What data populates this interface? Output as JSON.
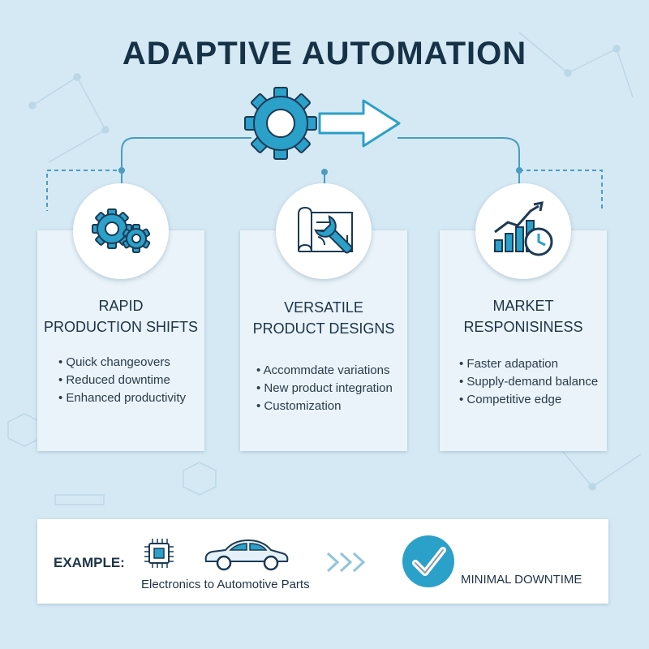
{
  "title": "ADAPTIVE AUTOMATION",
  "colors": {
    "accent": "#2ba0c8",
    "dark": "#1c3a54",
    "background": "#d5e9f4",
    "card": "#e9f3f9"
  },
  "cards": [
    {
      "heading_line1": "RAPID",
      "heading_line2": "PRODUCTION SHIFTS",
      "icon": "gears-icon",
      "items": [
        "Quick changeovers",
        "Reduced downtime",
        "Enhanced productivity"
      ]
    },
    {
      "heading_line1": "VERSATILE",
      "heading_line2": "PRODUCT DESIGNS",
      "icon": "blueprint-wrench-icon",
      "items": [
        "Accommdate variations",
        "New product integration",
        "Customization"
      ]
    },
    {
      "heading_line1": "MARKET",
      "heading_line2": "RESPONISINESS",
      "icon": "growth-chart-clock-icon",
      "items": [
        "Faster adapation",
        "Supply-demand balance",
        "Competitive edge"
      ]
    }
  ],
  "example": {
    "label": "EXAMPLE:",
    "caption": "Electronics to Automotive Parts",
    "result": "MINIMAL DOWNTIME",
    "icons": [
      "microchip-icon",
      "car-icon",
      "double-chevron-icon",
      "checkmark-icon"
    ]
  }
}
